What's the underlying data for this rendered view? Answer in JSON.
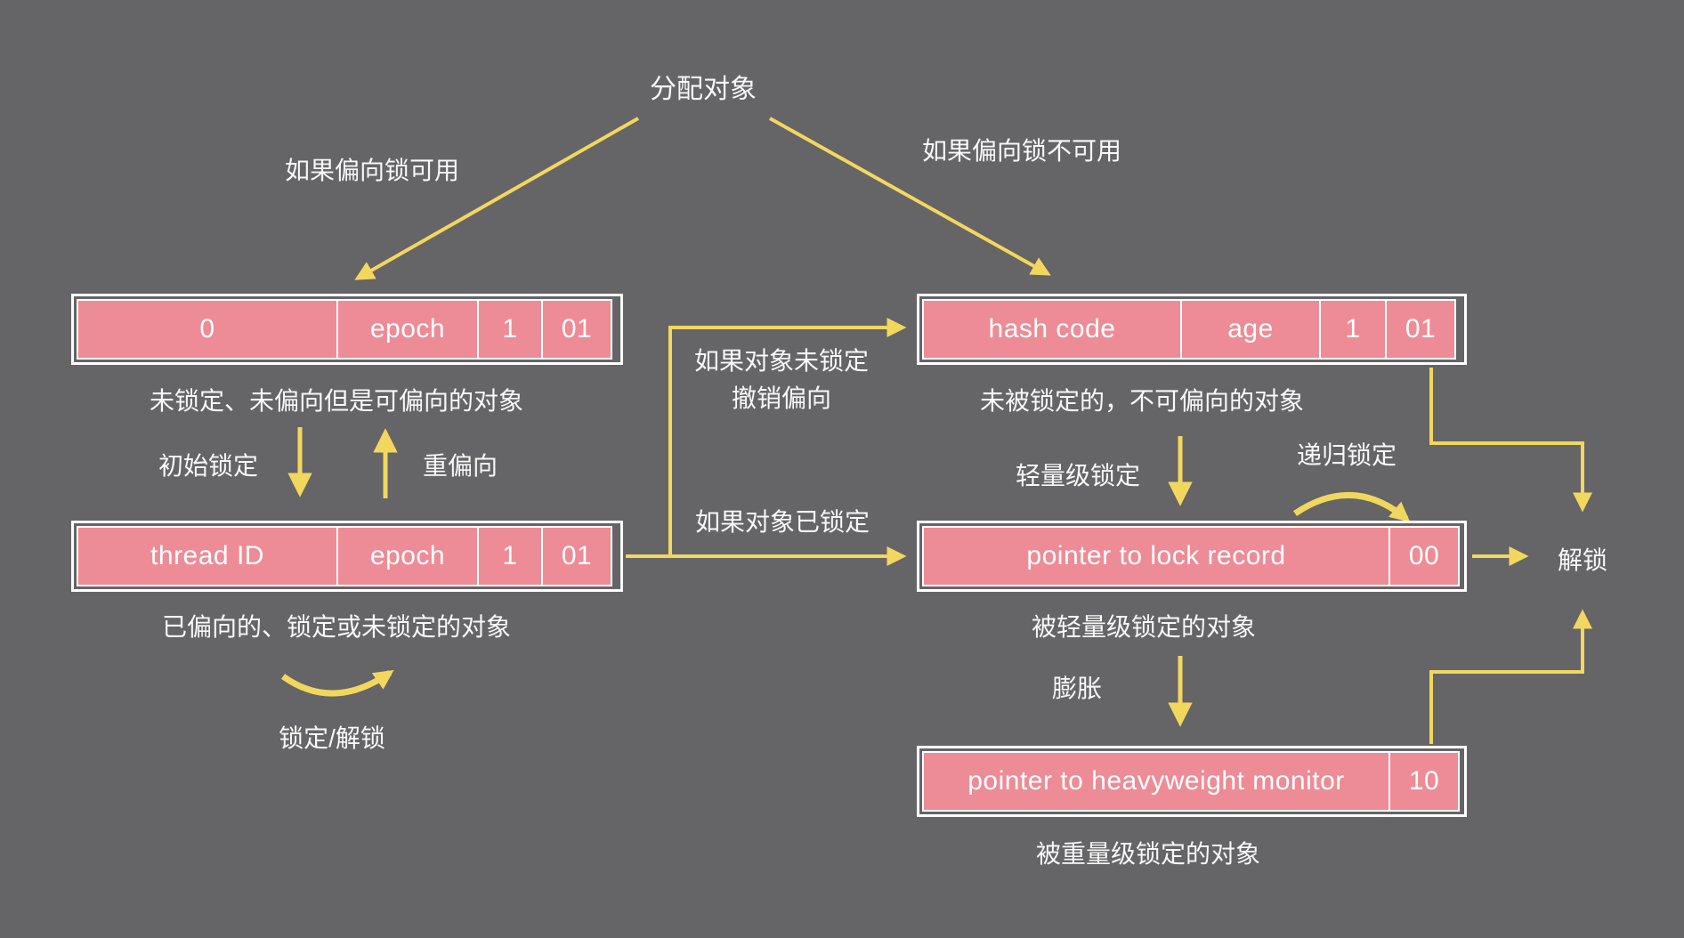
{
  "colors": {
    "background": "#656466",
    "box_fill": "#ED8C96",
    "box_border": "#FFFFFF",
    "arrow": "#F2D75F",
    "text": "#F8F8F8"
  },
  "title": {
    "allocate_object": "分配对象"
  },
  "edges": {
    "biased_available": "如果偏向锁可用",
    "biased_unavailable": "如果偏向锁不可用",
    "initial_lock": "初始锁定",
    "rebias": "重偏向",
    "lock_unlock": "锁定/解锁",
    "if_object_unlocked_line1": "如果对象未锁定",
    "if_object_unlocked_line2": "撤销偏向",
    "if_object_locked": "如果对象已锁定",
    "lightweight_lock": "轻量级锁定",
    "recursive_lock": "递归锁定",
    "inflate": "膨胀",
    "unlock": "解锁"
  },
  "boxes": {
    "unlocked_biasable": {
      "cells": [
        "0",
        "epoch",
        "1",
        "01"
      ],
      "caption": "未锁定、未偏向但是可偏向的对象"
    },
    "biased": {
      "cells": [
        "thread ID",
        "epoch",
        "1",
        "01"
      ],
      "caption": "已偏向的、锁定或未锁定的对象"
    },
    "unlocked_unbiasable": {
      "cells": [
        "hash code",
        "age",
        "1",
        "01"
      ],
      "caption": "未被锁定的，不可偏向的对象"
    },
    "lightweight_locked": {
      "cells": [
        "pointer to lock record",
        "00"
      ],
      "caption": "被轻量级锁定的对象"
    },
    "heavyweight_locked": {
      "cells": [
        "pointer to heavyweight monitor",
        "10"
      ],
      "caption": "被重量级锁定的对象"
    }
  }
}
